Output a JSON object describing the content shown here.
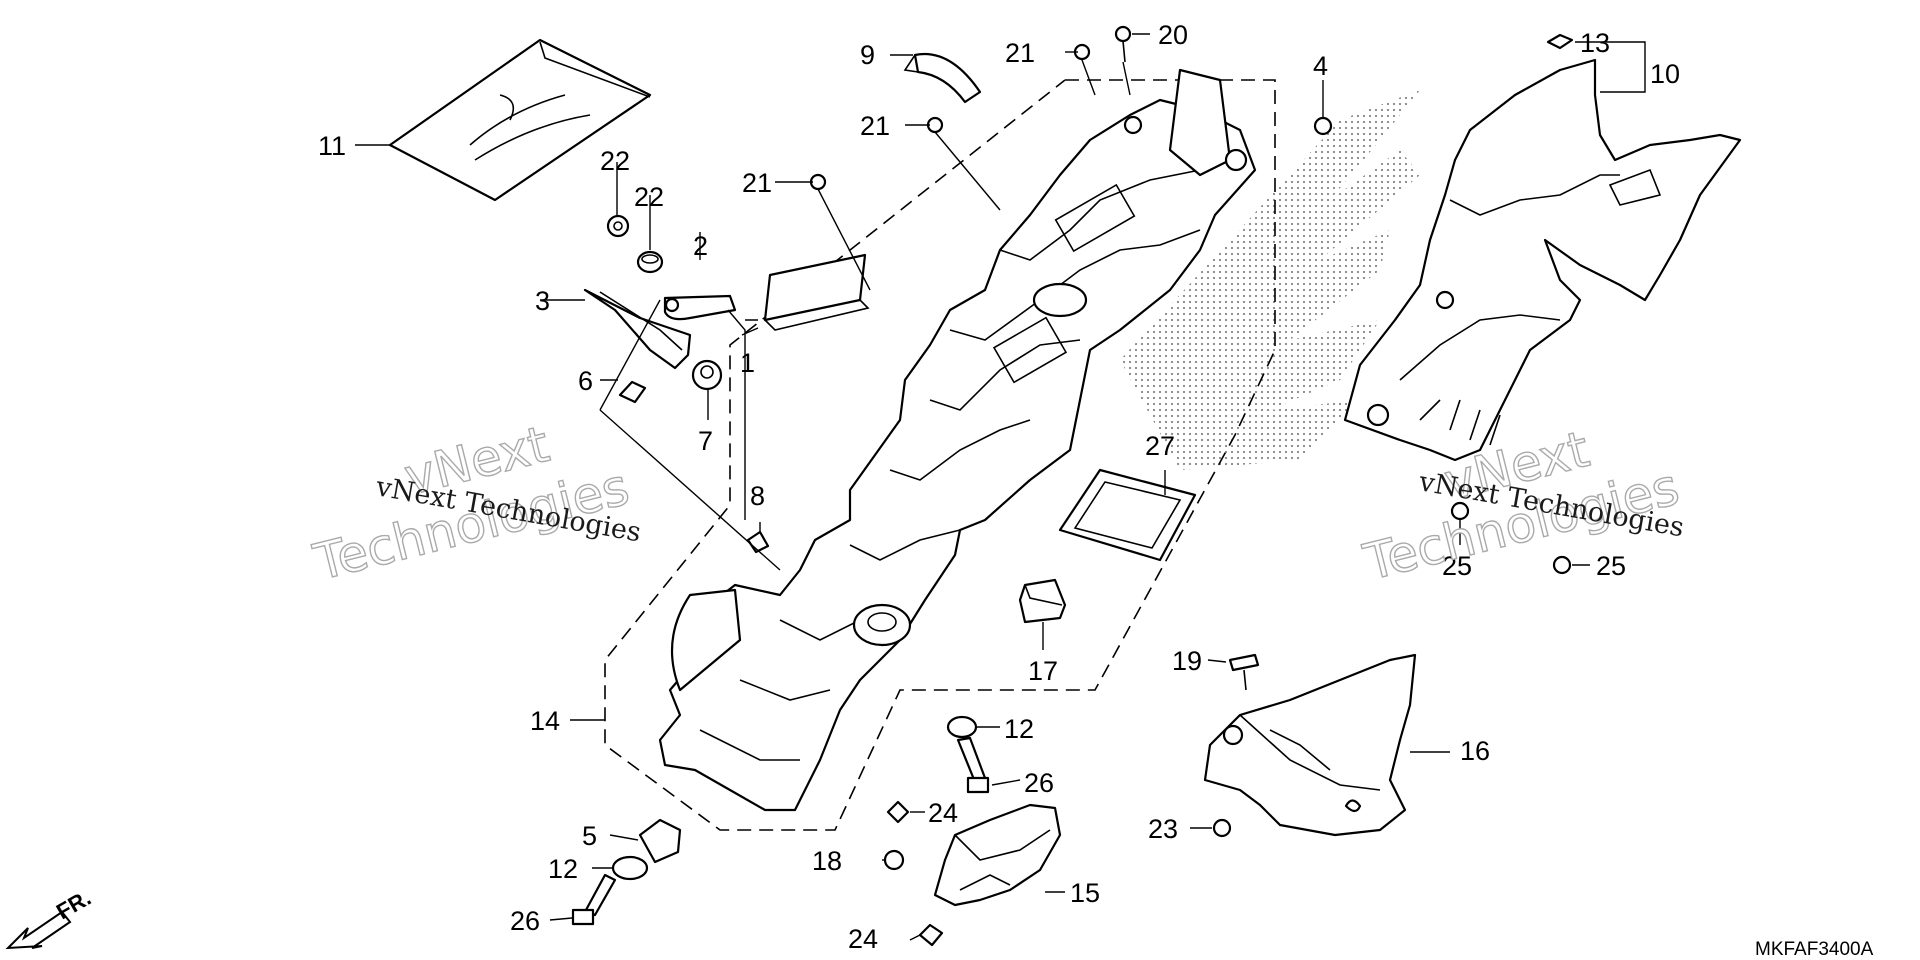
{
  "diagram": {
    "callouts": [
      {
        "id": "c1",
        "text": "1"
      },
      {
        "id": "c2",
        "text": "2"
      },
      {
        "id": "c3",
        "text": "3"
      },
      {
        "id": "c4",
        "text": "4"
      },
      {
        "id": "c5",
        "text": "5"
      },
      {
        "id": "c6",
        "text": "6"
      },
      {
        "id": "c7",
        "text": "7"
      },
      {
        "id": "c8",
        "text": "8"
      },
      {
        "id": "c9",
        "text": "9"
      },
      {
        "id": "c10",
        "text": "10"
      },
      {
        "id": "c11",
        "text": "11"
      },
      {
        "id": "c12a",
        "text": "12"
      },
      {
        "id": "c12b",
        "text": "12"
      },
      {
        "id": "c13",
        "text": "13"
      },
      {
        "id": "c14",
        "text": "14"
      },
      {
        "id": "c15",
        "text": "15"
      },
      {
        "id": "c16",
        "text": "16"
      },
      {
        "id": "c17",
        "text": "17"
      },
      {
        "id": "c18",
        "text": "18"
      },
      {
        "id": "c19",
        "text": "19"
      },
      {
        "id": "c20",
        "text": "20"
      },
      {
        "id": "c21a",
        "text": "21"
      },
      {
        "id": "c21b",
        "text": "21"
      },
      {
        "id": "c21c",
        "text": "21"
      },
      {
        "id": "c22a",
        "text": "22"
      },
      {
        "id": "c22b",
        "text": "22"
      },
      {
        "id": "c23",
        "text": "23"
      },
      {
        "id": "c24a",
        "text": "24"
      },
      {
        "id": "c24b",
        "text": "24"
      },
      {
        "id": "c25a",
        "text": "25"
      },
      {
        "id": "c25b",
        "text": "25"
      },
      {
        "id": "c26a",
        "text": "26"
      },
      {
        "id": "c26b",
        "text": "26"
      },
      {
        "id": "c27",
        "text": "27"
      }
    ],
    "diagram_code": "MKFAF3400A",
    "front_indicator": "FR.",
    "watermarks": {
      "small_left": "vNext Technologies",
      "small_right": "vNext Technologies",
      "big_top": "vNext",
      "big_bottom": "Technologies"
    }
  }
}
